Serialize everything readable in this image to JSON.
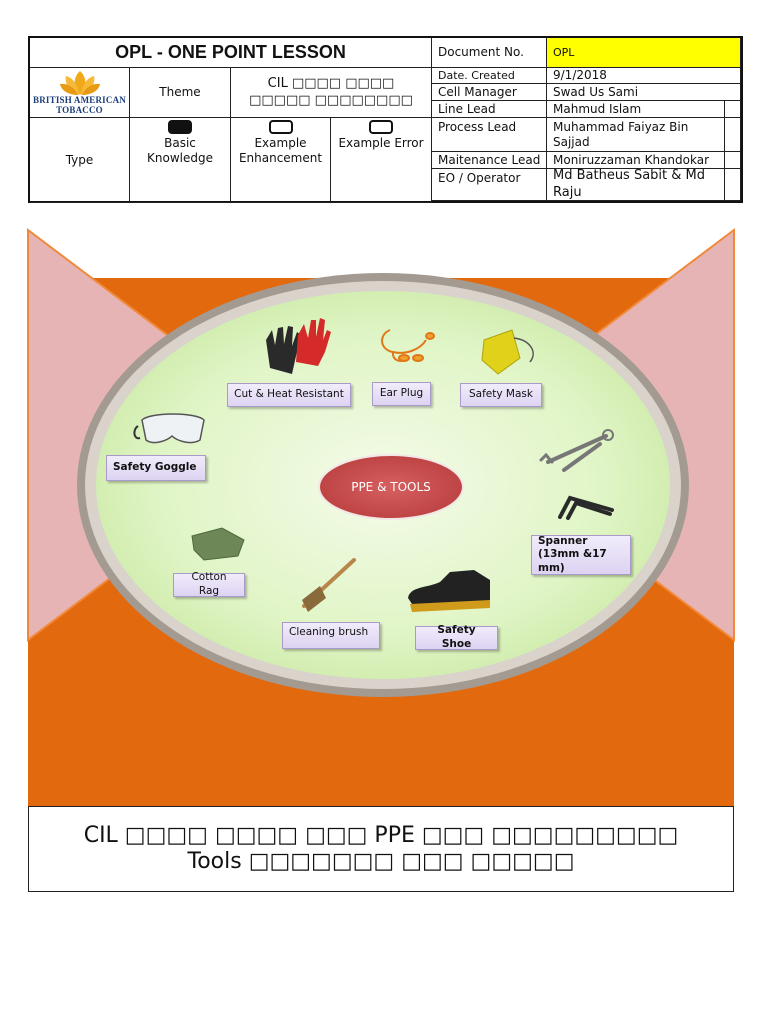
{
  "header": {
    "title": "OPL - ONE POINT LESSON",
    "logo_text_line1": "BRITISH AMERICAN",
    "logo_text_line2": "TOBACCO",
    "theme_label": "Theme",
    "theme_value": "CIL □□□□ □□□□ □□□□□ □□□□□□□□",
    "type_label": "Type",
    "type_options": [
      {
        "label": "Basic Knowledge",
        "checked": true
      },
      {
        "label": "Example Enhancement",
        "checked": false
      },
      {
        "label": "Example Error",
        "checked": false
      }
    ],
    "fields": [
      {
        "label": "Document No.",
        "value": "OPL"
      },
      {
        "label": "Date. Created",
        "value": "9/1/2018"
      },
      {
        "label": "Cell Manager",
        "value": "Swad Us Sami"
      },
      {
        "label": "Line Lead",
        "value": "Mahmud Islam"
      },
      {
        "label": "Process Lead",
        "value": "Muhammad Faiyaz Bin Sajjad"
      },
      {
        "label": "Maitenance Lead",
        "value": "Moniruzzaman Khandokar"
      },
      {
        "label": "EO / Operator",
        "value": "Md Batheus Sabit & Md Raju"
      }
    ],
    "highlight_color": "#ffff00"
  },
  "graphic": {
    "center_label": "PPE & TOOLS",
    "items": {
      "gloves": "Cut & Heat Resistant",
      "earplug": "Ear Plug",
      "mask": "Safety Mask",
      "goggle": "Safety Goggle",
      "spanner": "Spanner (13mm &17 mm)",
      "rag": "Cotton Rag",
      "brush": "Cleaning brush",
      "shoe": "Safety Shoe"
    },
    "colors": {
      "background": "#e3690f",
      "oval_fill": "#dff5c4",
      "triangle": "#e6b4b4"
    }
  },
  "caption": "CIL □□□□ □□□□ □□□ PPE □□□ □□□□□□□□□ Tools □□□□□□□ □□□ □□□□□"
}
